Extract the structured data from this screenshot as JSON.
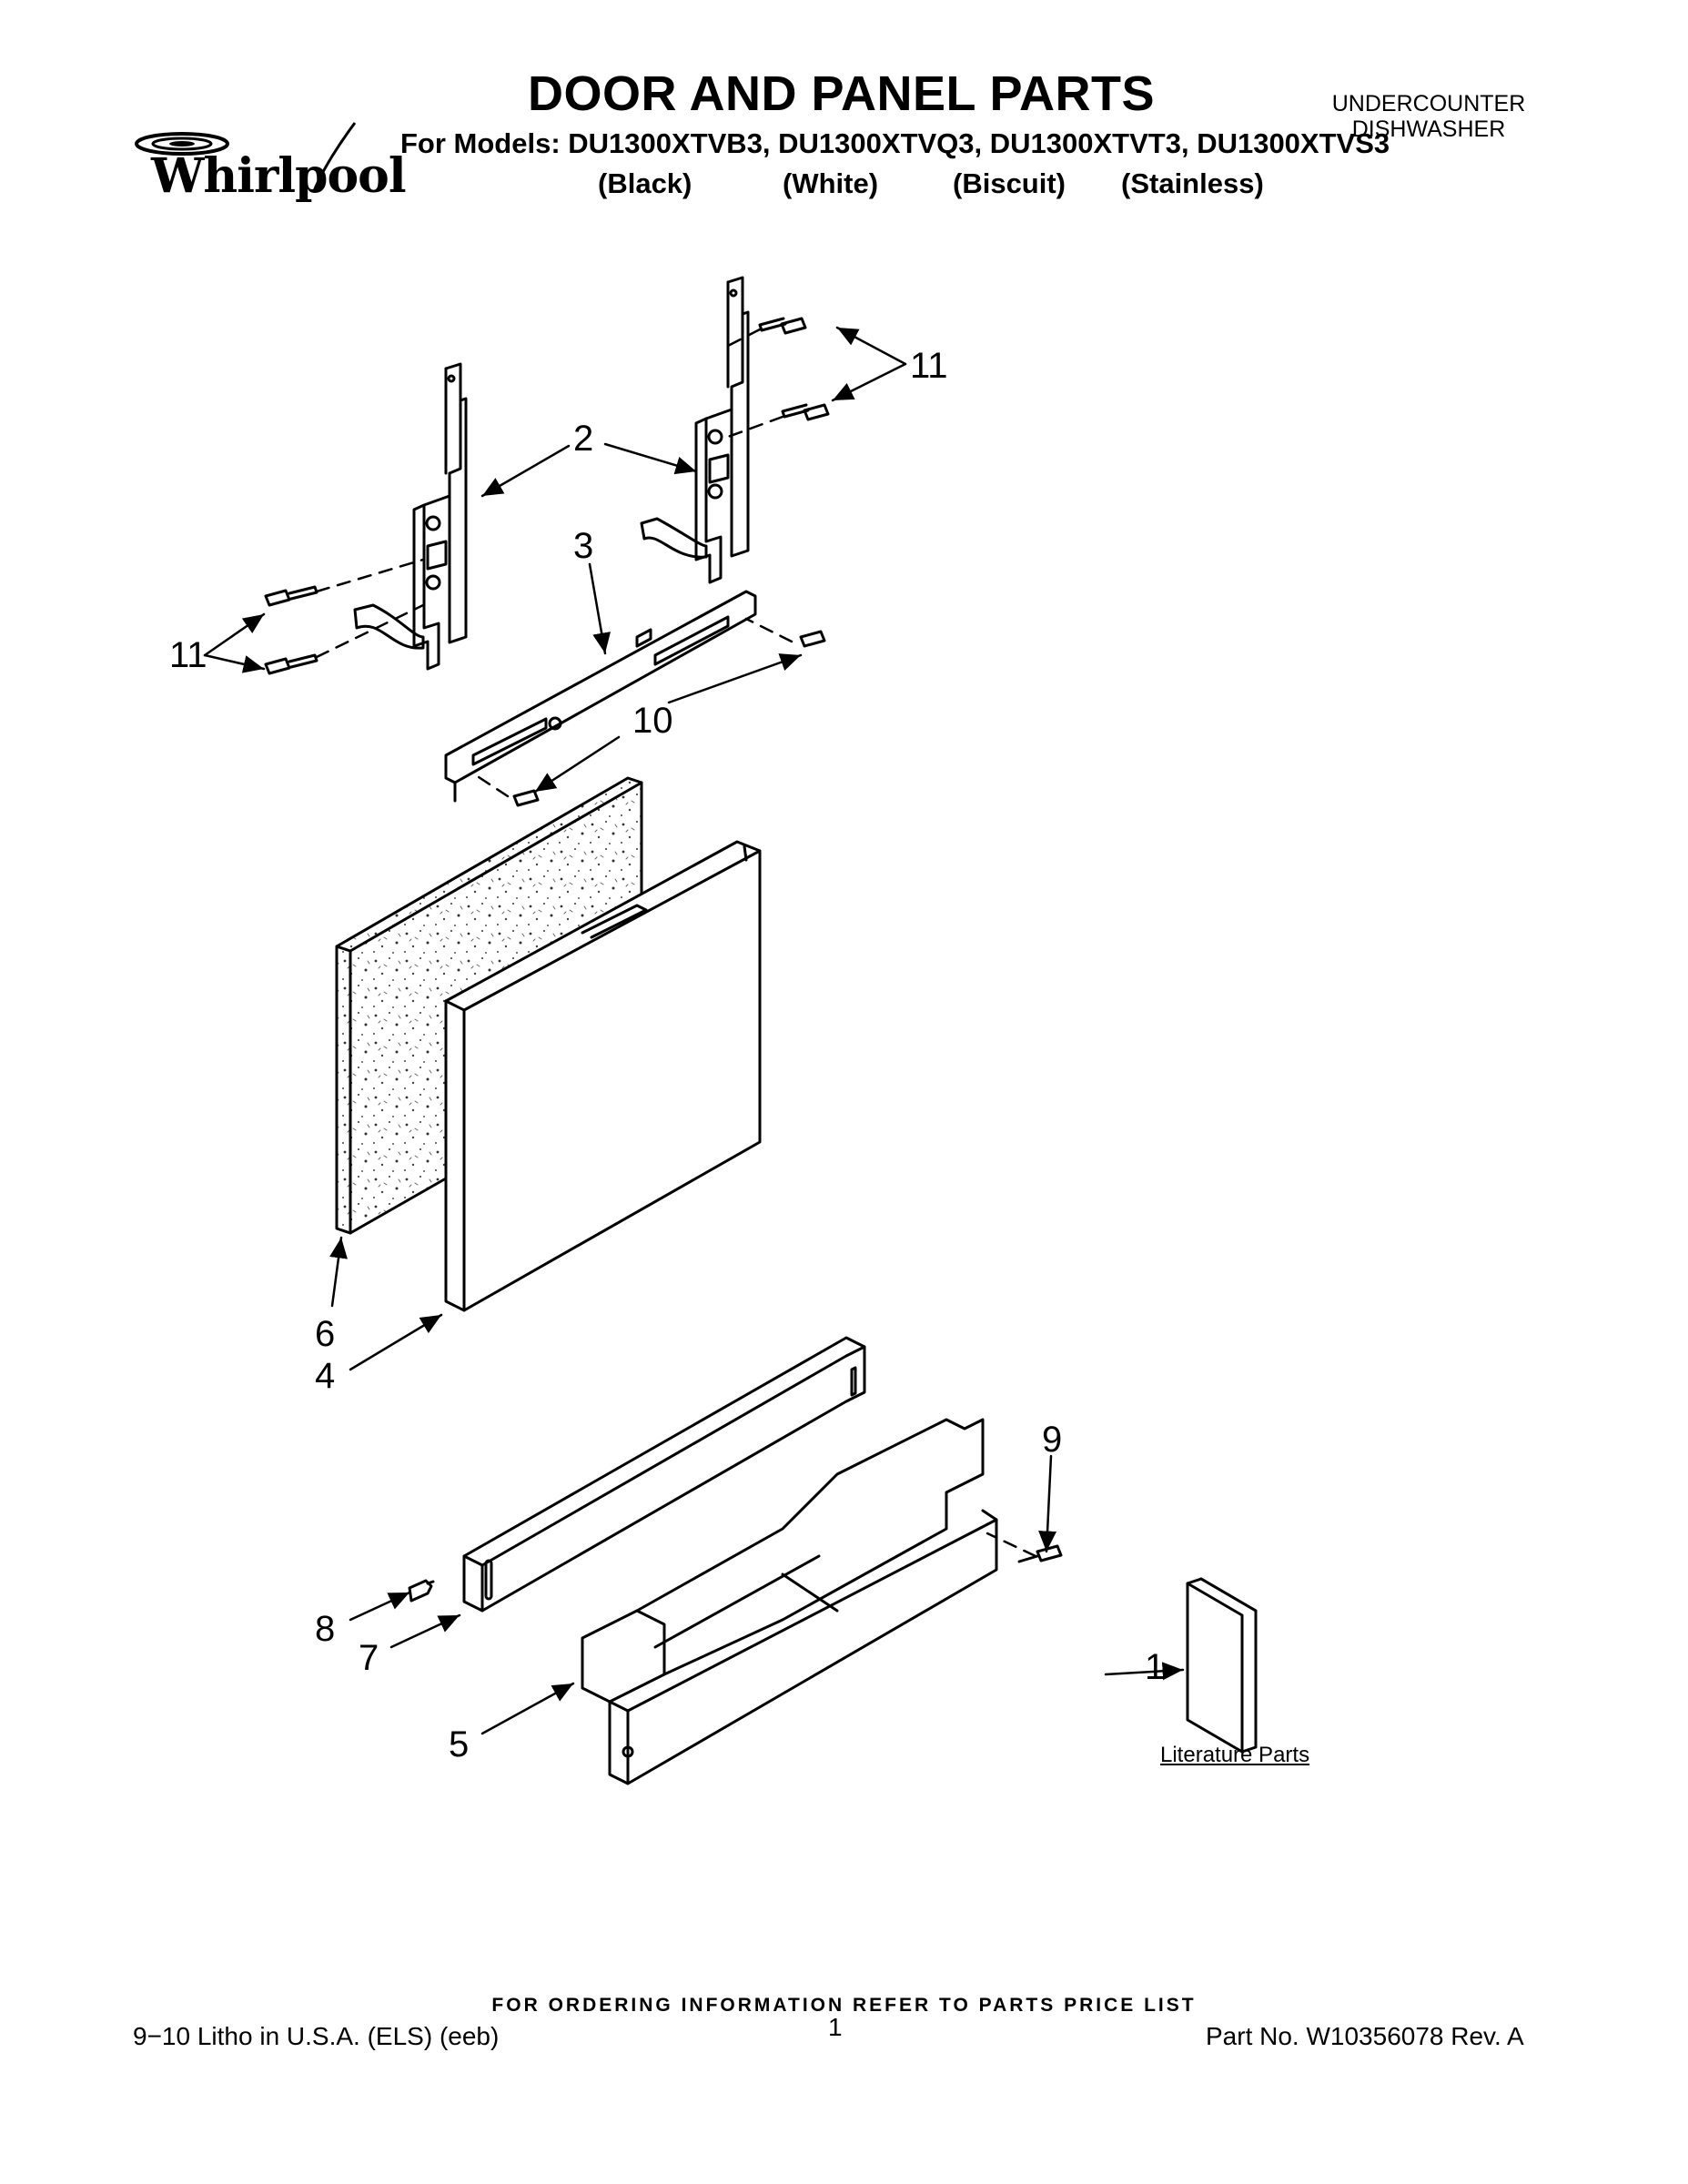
{
  "header": {
    "title": "DOOR AND PANEL PARTS",
    "models_line": "For Models: DU1300XTVB3, DU1300XTVQ3, DU1300XTVT3, DU1300XTVS3",
    "finishes": [
      "(Black)",
      "(White)",
      "(Biscuit)",
      "(Stainless)"
    ],
    "product_line1": "UNDERCOUNTER",
    "product_line2": "DISHWASHER",
    "brand": "Whirlpool"
  },
  "callouts": {
    "c1": "1",
    "c2": "2",
    "c3": "3",
    "c4": "4",
    "c5": "5",
    "c6": "6",
    "c7": "7",
    "c8": "8",
    "c9": "9",
    "c10": "10",
    "c11a": "11",
    "c11b": "11"
  },
  "literature_label": "Literature Parts",
  "footer": {
    "order_note": "FOR ORDERING INFORMATION REFER TO PARTS PRICE LIST",
    "left": "9−10 Litho in U.S.A. (ELS) (eeb)",
    "page": "1",
    "part_no": "Part No. W10356078 Rev. A"
  }
}
